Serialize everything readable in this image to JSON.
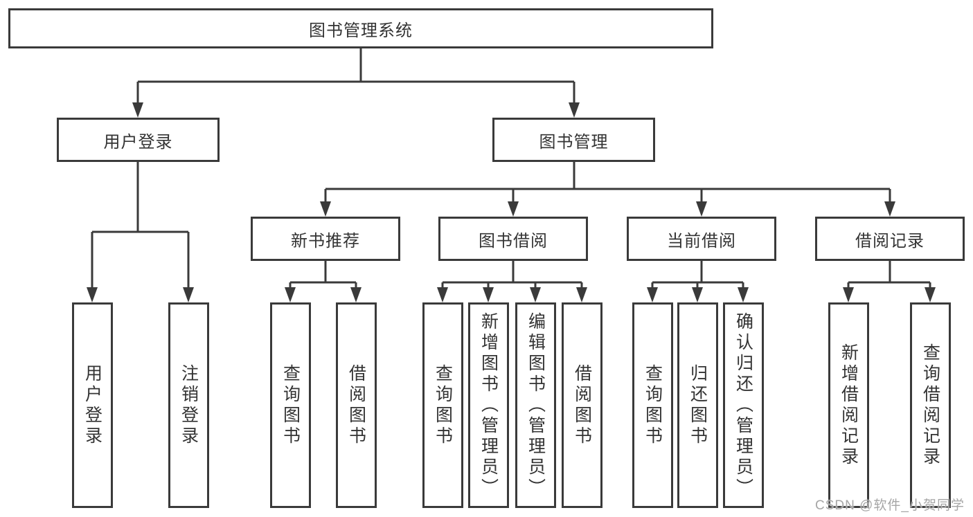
{
  "diagram": {
    "kind": "functional-structure-chart",
    "colors": {
      "line": "#3a3a3a",
      "text": "#333333",
      "background": "#ffffff",
      "watermark": "#a6a6a6"
    },
    "tree": {
      "label": "图书管理系统",
      "children": [
        {
          "label": "用户登录",
          "children": [
            {
              "label": "用户登录"
            },
            {
              "label": "注销登录"
            }
          ]
        },
        {
          "label": "图书管理",
          "children": [
            {
              "label": "新书推荐",
              "children": [
                {
                  "label": "查询图书"
                },
                {
                  "label": "借阅图书"
                }
              ]
            },
            {
              "label": "图书借阅",
              "children": [
                {
                  "label": "查询图书"
                },
                {
                  "label": "新增图书（管理员）"
                },
                {
                  "label": "编辑图书（管理员）"
                },
                {
                  "label": "借阅图书"
                }
              ]
            },
            {
              "label": "当前借阅",
              "children": [
                {
                  "label": "查询图书"
                },
                {
                  "label": "归还图书"
                },
                {
                  "label": "确认归还（管理员）"
                }
              ]
            },
            {
              "label": "借阅记录",
              "children": [
                {
                  "label": "新增借阅记录"
                },
                {
                  "label": "查询借阅记录"
                }
              ]
            }
          ]
        }
      ]
    },
    "watermark": {
      "text": "CSDN @软件_小贺同学"
    }
  }
}
